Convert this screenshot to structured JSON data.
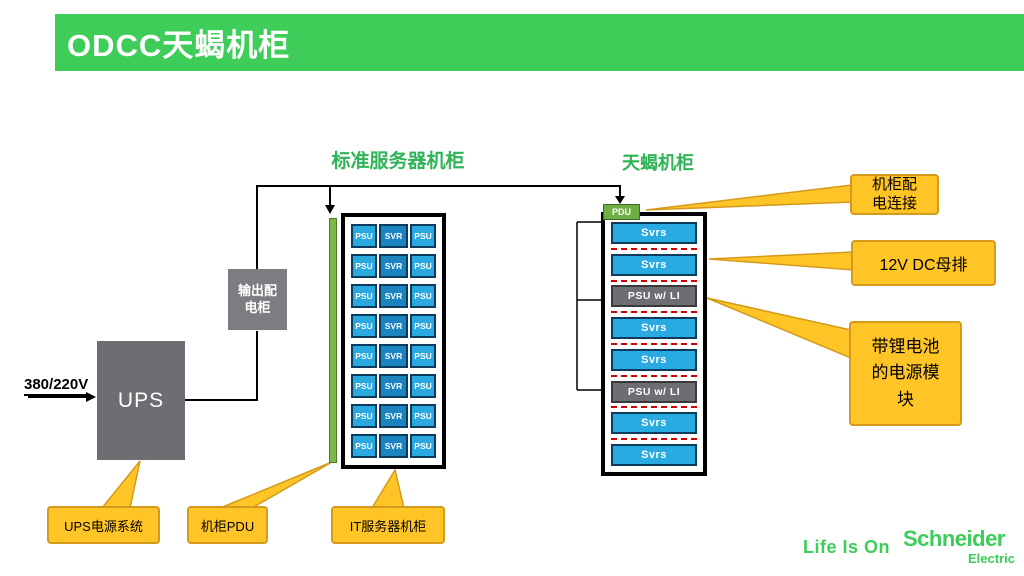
{
  "header": {
    "title": "ODCC天蝎机柜"
  },
  "labels": {
    "std_rack": "标准服务器机柜",
    "scorpio_rack": "天蝎机柜",
    "voltage": "380/220V"
  },
  "ups": {
    "label": "UPS"
  },
  "dist_cabinet": {
    "line1": "输出配",
    "line2": "电柜"
  },
  "std_rack": {
    "cells": [
      "PSU",
      "SVR",
      "PSU"
    ],
    "row_count": 8
  },
  "scorpio": {
    "pdu_label": "PDU",
    "rows": [
      {
        "label": "Svrs",
        "type": "svr"
      },
      {
        "label": "Svrs",
        "type": "svr"
      },
      {
        "label": "PSU w/ LI",
        "type": "psu"
      },
      {
        "label": "Svrs",
        "type": "svr"
      },
      {
        "label": "Svrs",
        "type": "svr"
      },
      {
        "label": "PSU w/ LI",
        "type": "psu"
      },
      {
        "label": "Svrs",
        "type": "svr"
      },
      {
        "label": "Svrs",
        "type": "svr"
      }
    ]
  },
  "callouts": {
    "rack_power": {
      "line1": "机柜配",
      "line2": "电连接"
    },
    "busbar": {
      "text": "12V DC母排"
    },
    "li_module": {
      "line1": "带锂电池",
      "line2": "的电源模",
      "line3": "块"
    },
    "ups_system": "UPS电源系统",
    "rack_pdu": "机柜PDU",
    "it_rack": "IT服务器机柜"
  },
  "footer": {
    "life_is_on": "Life Is On",
    "brand": "Schneider",
    "brand_sub": "Electric"
  },
  "colors": {
    "header_green": "#3DCD58",
    "label_green": "#2EB457",
    "callout_yellow": "#FFC425",
    "cyan": "#29ABE2",
    "gray": "#6D6E71",
    "pdu_green": "#6FAE44",
    "strip_green": "#7AB648",
    "busbar_red": "#D00000",
    "cell_border_navy": "#0D3B5E"
  }
}
